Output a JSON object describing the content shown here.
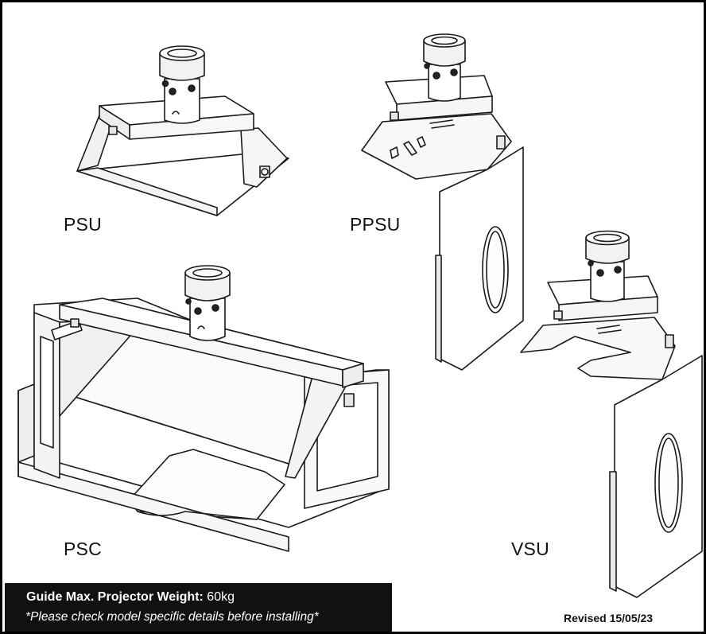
{
  "products": {
    "psu": "PSU",
    "ppsu": "PPSU",
    "psc": "PSC",
    "vsu": "VSU"
  },
  "weight": {
    "label": "Guide Max. Projector Weight:",
    "value": "60kg",
    "note": "*Please check model specific details before installing*"
  },
  "revised": "Revised 15/05/23",
  "colors": {
    "text": "#111111",
    "panel": "#111111",
    "panel_text": "#ffffff",
    "line": "#1a1a1a"
  }
}
